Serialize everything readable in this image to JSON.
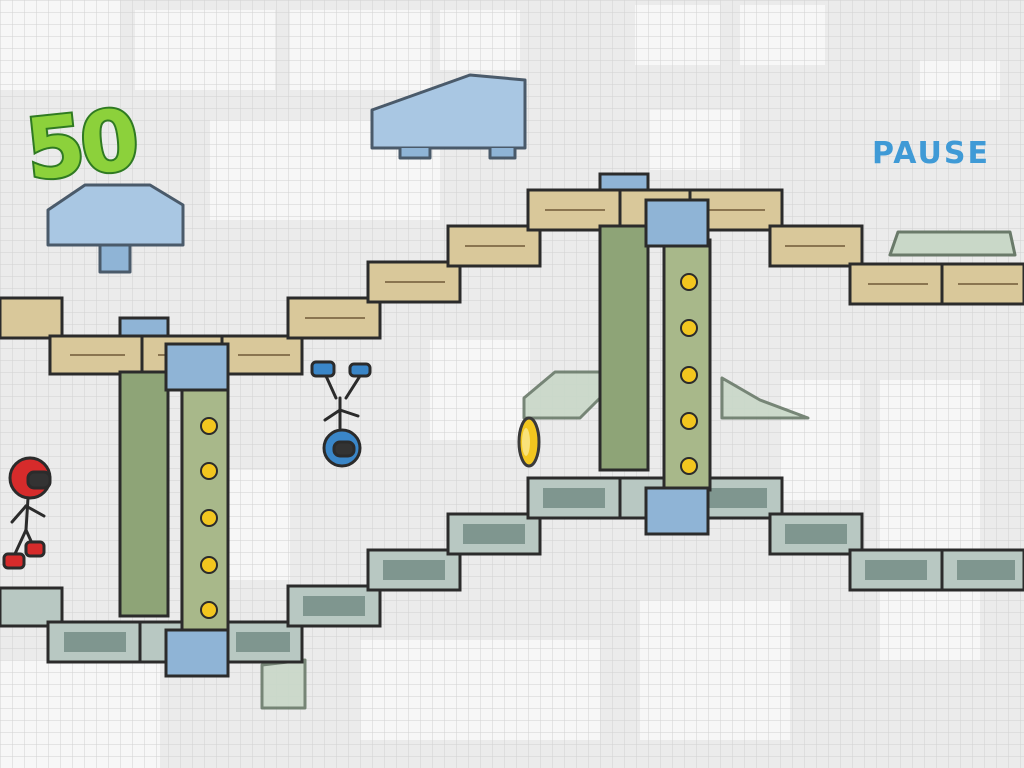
{
  "hud": {
    "score": "50",
    "pause_label": "PAUSE"
  },
  "colors": {
    "ceiling_block": "#d9c89a",
    "floor_block": "#b8c8c2",
    "pillar": "#a8b88a",
    "pillar_cap": "#8fb4d6",
    "coin": "#f2c61f",
    "player_runner": "#d62b2b",
    "rival_runner": "#3a86c8",
    "score_fill": "#8cd13b",
    "pause_text": "#3f9ad6"
  },
  "icons": {
    "coin": "coin-icon",
    "player": "red-stickman-runner",
    "rival": "blue-stickman-runner"
  }
}
